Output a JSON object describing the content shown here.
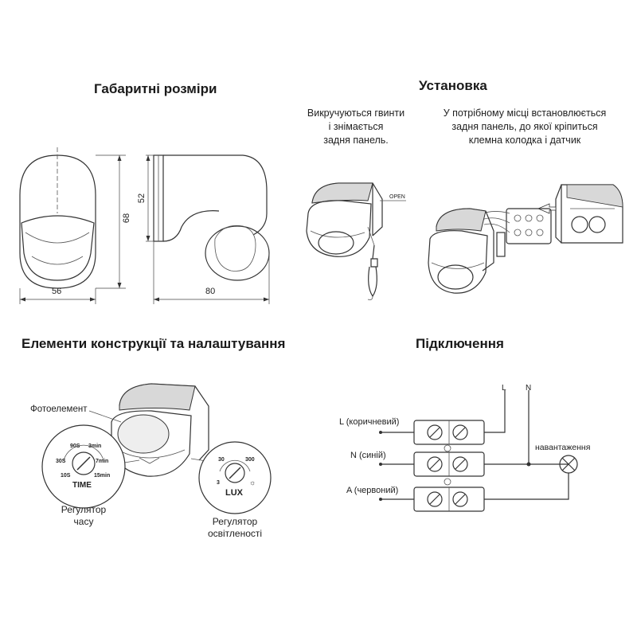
{
  "sections": {
    "dimensions": {
      "title": "Габаритні розміри",
      "width_label": "56",
      "height_label": "68",
      "depth_label": "80",
      "plate_label": "52"
    },
    "installation": {
      "title": "Установка",
      "step1": [
        "Викручуються гвинти",
        "і  знімається",
        "задня панель."
      ],
      "step2": [
        "У потрібному місці встановлюється",
        "задня панель, до якої кріпиться",
        "клемна колодка і датчик"
      ],
      "open_label": "OPEN"
    },
    "elements": {
      "title": "Елементи конструкції та налаштування",
      "photo_label": "Фотоелемент",
      "time_dial": {
        "name": "TIME",
        "marks": [
          "90S",
          "3min",
          "30S",
          "7min",
          "10S",
          "15min"
        ]
      },
      "lux_dial": {
        "name": "LUX",
        "marks": [
          "30",
          "300",
          "3"
        ]
      },
      "time_caption": [
        "Регулятор",
        "часу"
      ],
      "lux_caption": [
        "Регулятор",
        "освітленості"
      ]
    },
    "connection": {
      "title": "Підключення",
      "wire_L": "L (коричневий)",
      "wire_N": "N (синій)",
      "wire_A": "A (червоний)",
      "bus_L": "L",
      "bus_N": "N",
      "load_label": "навантаження"
    }
  }
}
